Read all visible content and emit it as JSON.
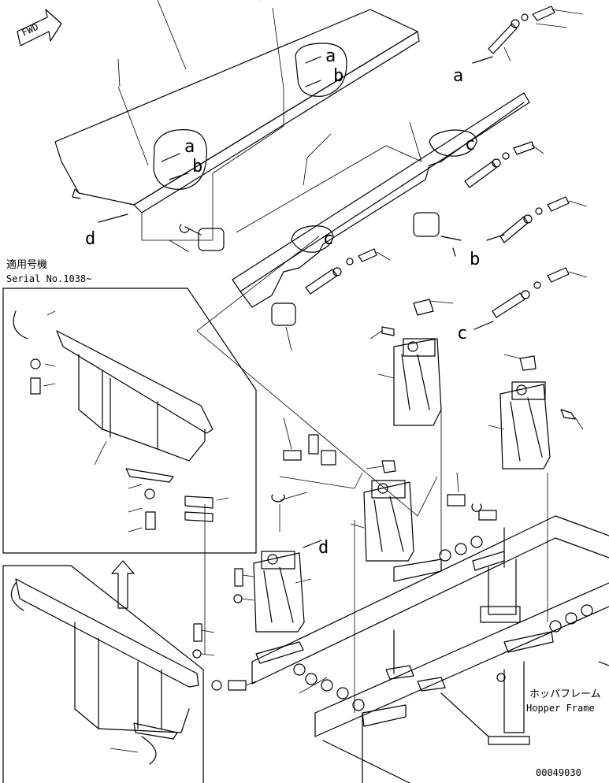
{
  "fwd_label": "FWD",
  "callouts": {
    "a": "a",
    "b": "b",
    "c": "c",
    "d": "d"
  },
  "serial_jp": "適用号機",
  "serial_en": "Serial No.1038~",
  "hopper_jp": "ホッパフレーム",
  "hopper_en": "Hopper Frame",
  "drawing_number": "00049030"
}
